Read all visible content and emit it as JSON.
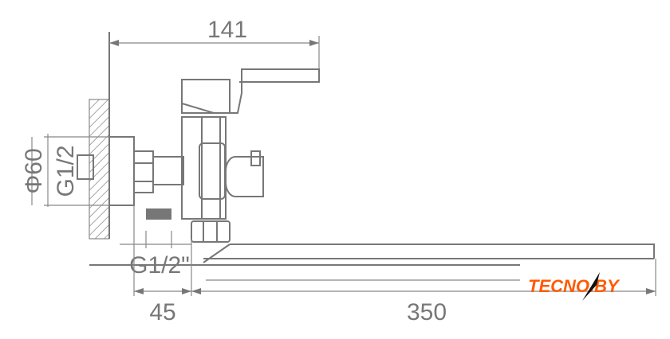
{
  "dimensions": {
    "overall_depth": "141",
    "flange_diameter": "Φ60",
    "wall_thread": "G1/2",
    "outlet_thread": "G1/2\"",
    "offset": "45",
    "spout_length": "350"
  },
  "logo": {
    "text": "TECNO.BY",
    "color": "#ff5a00"
  },
  "line_color": "#777777"
}
